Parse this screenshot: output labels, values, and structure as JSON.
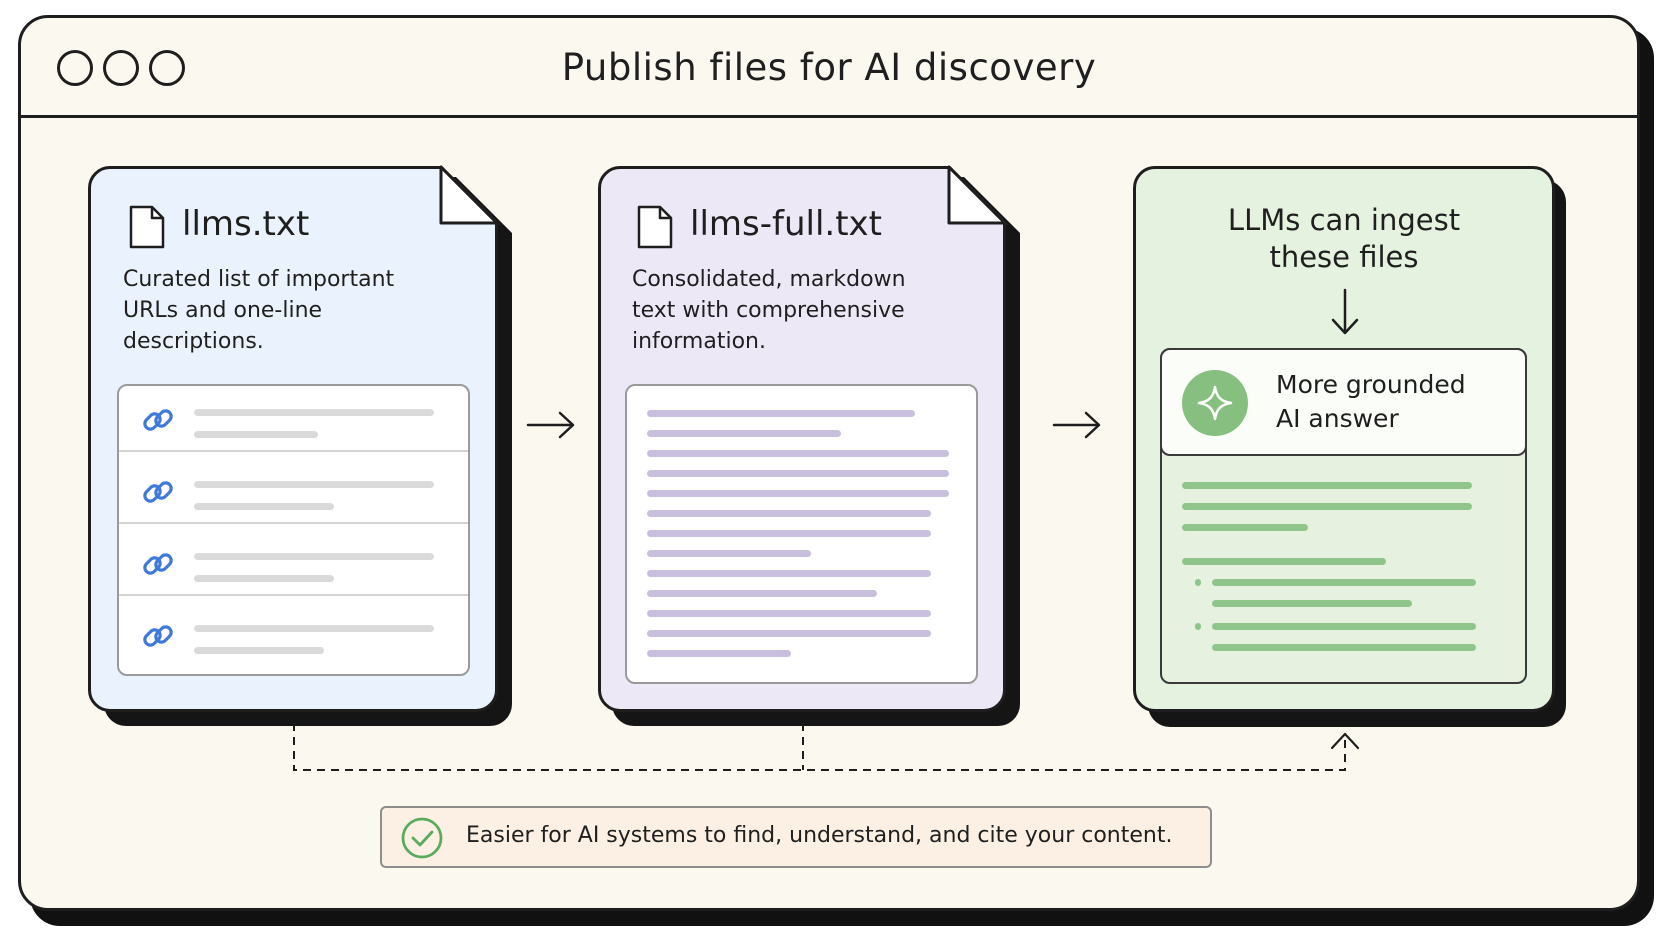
{
  "window": {
    "title": "Publish files for AI discovery"
  },
  "cards": {
    "llms": {
      "title": "llms.txt",
      "description": "Curated list of important URLs and one-line descriptions.",
      "icon": "file-icon",
      "row_icon": "link-icon",
      "accent": "#eaf3fd"
    },
    "full": {
      "title": "llms-full.txt",
      "description": "Consolidated, markdown text with comprehensive information.",
      "icon": "file-icon",
      "accent": "#ede8f6"
    },
    "ingest": {
      "heading_line1": "LLMs can ingest",
      "heading_line2": "these files",
      "answer_line1": "More grounded",
      "answer_line2": "AI answer",
      "icon": "sparkle-icon",
      "accent": "#e5f2df"
    }
  },
  "banner": {
    "text": "Easier for AI systems to find, understand, and cite your content.",
    "icon": "check-circle-icon"
  },
  "colors": {
    "link_blue": "#3f7ad8",
    "purple_bar": "#c7bfdc",
    "green_bar": "#8fc58a",
    "check_green": "#5bab5e"
  }
}
